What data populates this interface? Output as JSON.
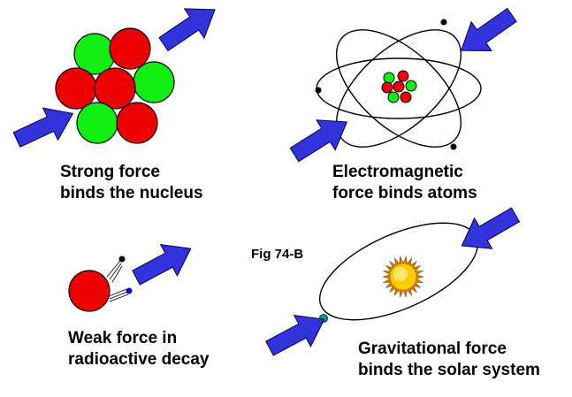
{
  "figure_label": "Fig 74-B",
  "panels": {
    "strong": {
      "line1": "Strong force",
      "line2": "binds the nucleus"
    },
    "electromagnetic": {
      "line1": "Electromagnetic",
      "line2": "force binds atoms"
    },
    "weak": {
      "line1": "Weak force in",
      "line2": "radioactive decay"
    },
    "gravitational": {
      "line1": "Gravitational force",
      "line2": "binds the solar system"
    }
  },
  "colors": {
    "proton": "#ee0000",
    "neutron": "#11ee11",
    "arrow_fill": "#3333dd",
    "arrow_stroke": "#000055",
    "sun": "#ffcc00",
    "sun_rays": "#dd7700",
    "planet": "#00aa77",
    "electron_dark": "#000000",
    "electron_blue": "#0000cc"
  },
  "icons": {
    "arrow": "blue-block-arrow-icon",
    "sun": "sun-icon",
    "planet": "planet-icon"
  }
}
